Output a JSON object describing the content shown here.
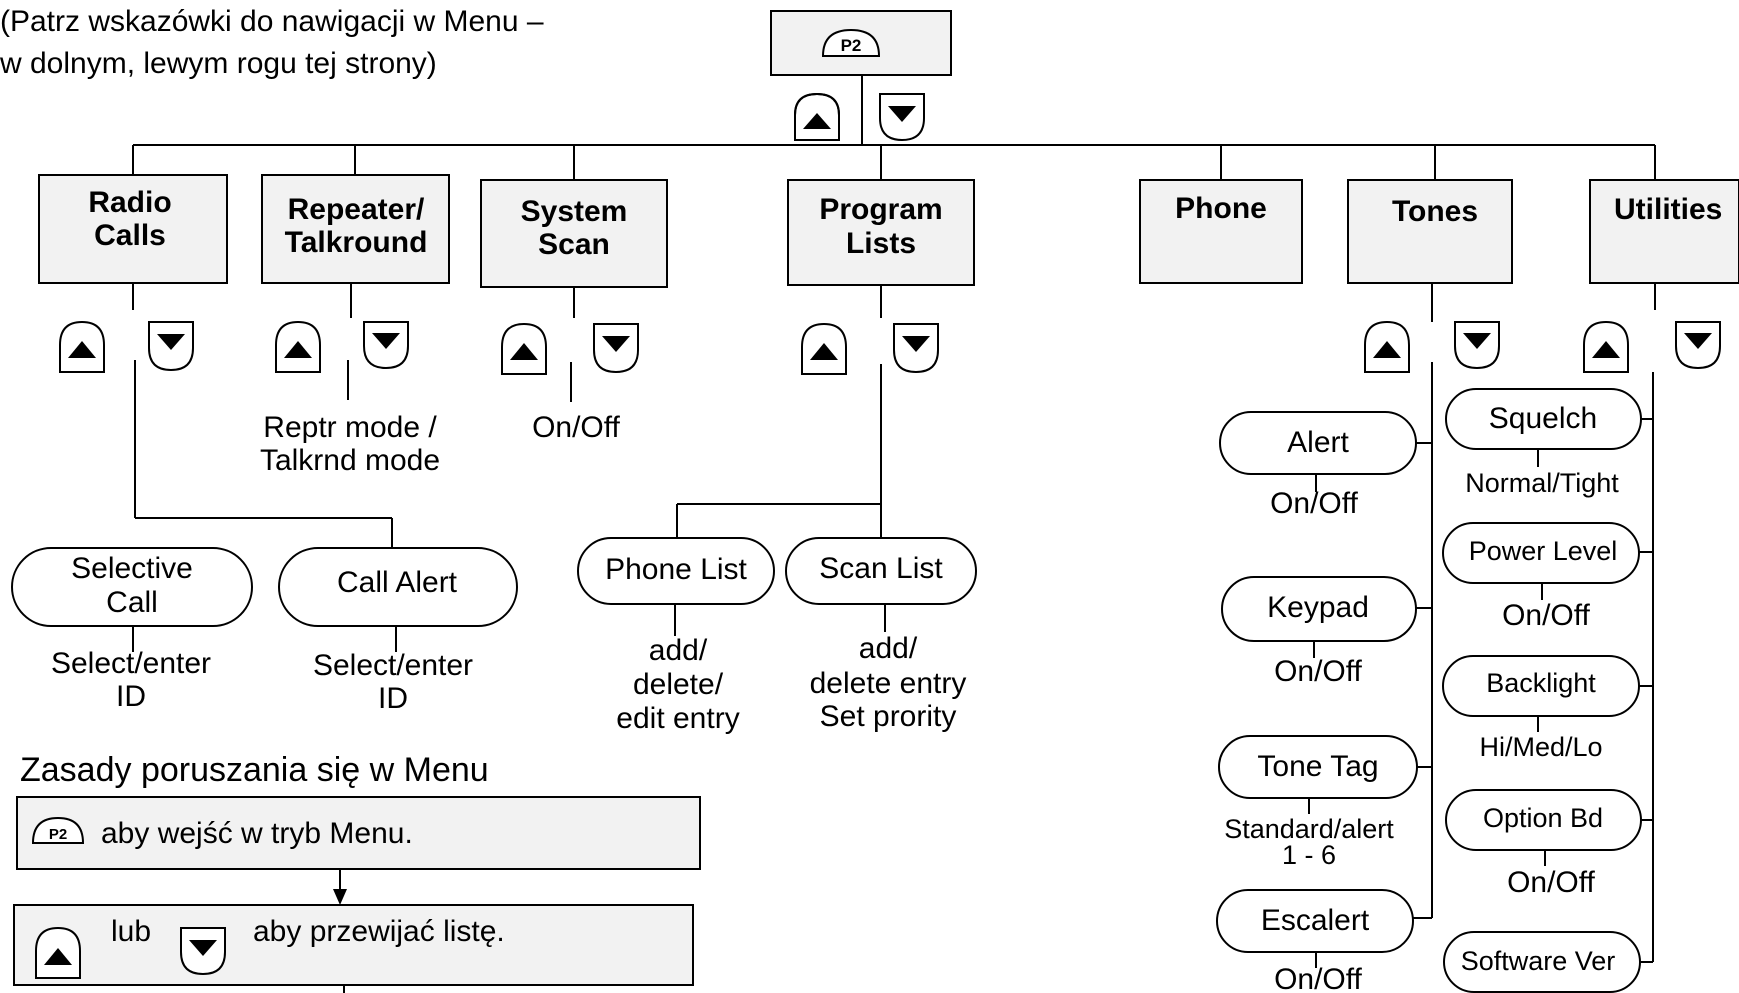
{
  "intro": {
    "line1": "(Patrz wskazówki do nawigacji w Menu –",
    "line2": "w dolnym, lewym rogu tej strony)"
  },
  "root": {
    "key_label": "P2"
  },
  "menus": [
    {
      "id": "radio-calls",
      "line1": "Radio",
      "line2": "Calls"
    },
    {
      "id": "repeater-talkround",
      "line1": "Repeater/",
      "line2": "Talkround"
    },
    {
      "id": "system-scan",
      "line1": "System",
      "line2": "Scan"
    },
    {
      "id": "program-lists",
      "line1": "Program",
      "line2": "Lists"
    },
    {
      "id": "phone",
      "line1": "Phone",
      "line2": ""
    },
    {
      "id": "tones",
      "line1": "Tones",
      "line2": ""
    },
    {
      "id": "utilities",
      "line1": "Utilities",
      "line2": ""
    }
  ],
  "repeater_values": {
    "line1": "Reptr mode /",
    "line2": "Talkrnd mode"
  },
  "system_scan_value": "On/Off",
  "radio_calls_items": [
    {
      "label1": "Selective",
      "label2": "Call",
      "value1": "Select/enter",
      "value2": "ID"
    },
    {
      "label1": "Call Alert",
      "label2": "",
      "value1": "Select/enter",
      "value2": "ID"
    }
  ],
  "program_lists_items": [
    {
      "label": "Phone List",
      "value1": "add/",
      "value2": "delete/",
      "value3": "edit entry"
    },
    {
      "label": "Scan List",
      "value1": "add/",
      "value2": "delete entry",
      "value3": "Set prority"
    }
  ],
  "tones_items": [
    {
      "label": "Alert",
      "value1": "On/Off",
      "value2": ""
    },
    {
      "label": "Keypad",
      "value1": "On/Off",
      "value2": ""
    },
    {
      "label": "Tone Tag",
      "value1": "Standard/alert",
      "value2": "1 - 6"
    },
    {
      "label": "Escalert",
      "value1": "On/Off",
      "value2": ""
    }
  ],
  "utilities_items": [
    {
      "label": "Squelch",
      "value": "Normal/Tight"
    },
    {
      "label": "Power Level",
      "value": "On/Off"
    },
    {
      "label": "Backlight",
      "value": "Hi/Med/Lo"
    },
    {
      "label": "Option Bd",
      "value": "On/Off"
    },
    {
      "label": "Software Ver",
      "value": ""
    }
  ],
  "navigation": {
    "title": "Zasady poruszania się w Menu",
    "step1_key": "P2",
    "step1_text": "aby wejść w tryb Menu.",
    "step2_or": "lub",
    "step2_text": "aby przewijać listę."
  },
  "icons": {
    "up": "scroll-up-icon",
    "down": "scroll-down-icon",
    "menu_key": "p2-key-icon"
  }
}
